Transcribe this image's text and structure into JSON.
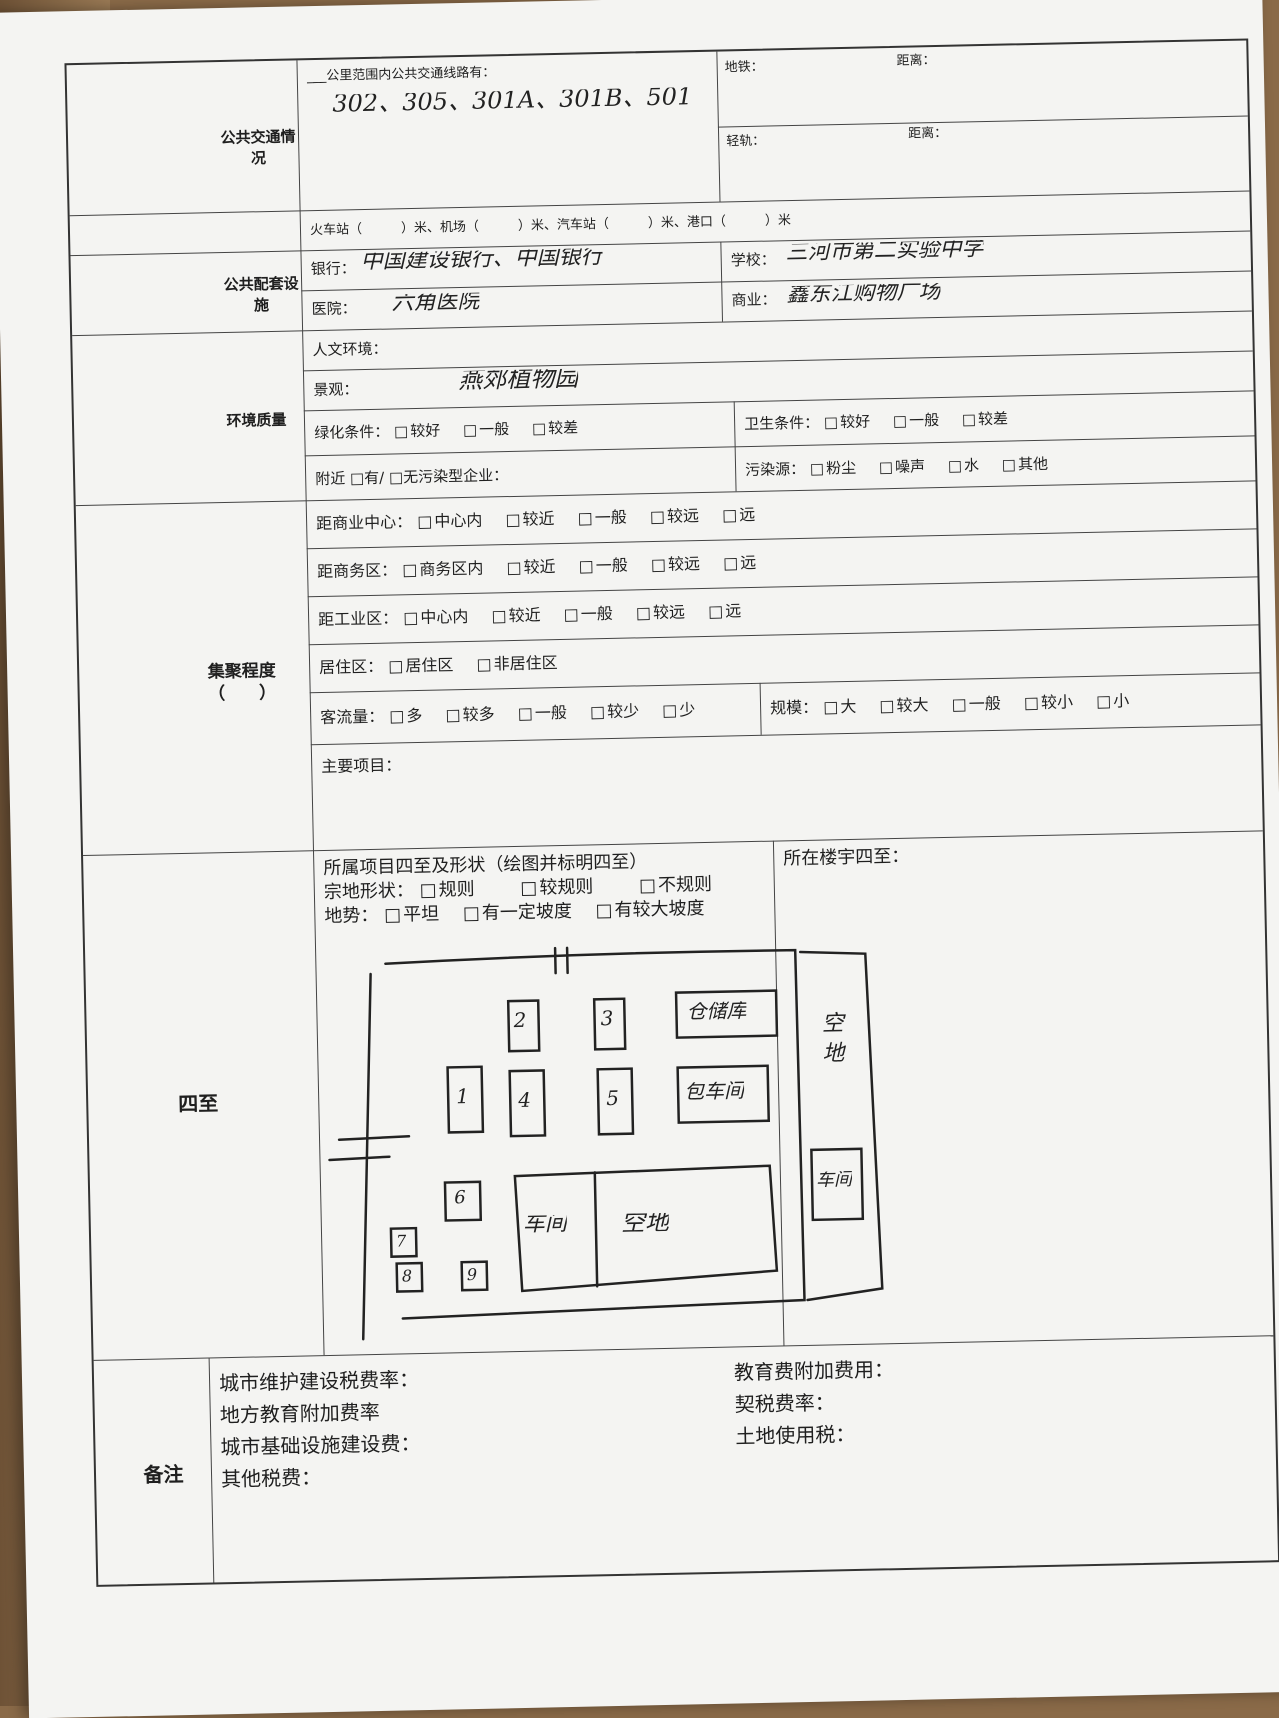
{
  "traffic": {
    "label": "公共交通情况",
    "routes_label": "___公里范围内公共交通线路有：",
    "routes_value": "302、305、301A、301B、501",
    "subway_label": "地铁：",
    "light_rail_label": "轻轨：",
    "distance_label": "距离：",
    "stations_text": "火车站（　　　）米、机场（　　　）米、汽车站（　　　）米、港口（　　　）米"
  },
  "facilities": {
    "label": "公共配套设施",
    "bank_label": "银行：",
    "bank_value": "中国建设银行、中国银行",
    "school_label": "学校：",
    "school_value": "三河市第二实验中学",
    "hospital_label": "医院：",
    "hospital_value": "六角医院",
    "commerce_label": "商业：",
    "commerce_value": "鑫东江购物广场"
  },
  "environment": {
    "label": "环境质量",
    "culture_label": "人文环境：",
    "landscape_label": "景观：",
    "landscape_value": "燕郊植物园",
    "greening_label": "绿化条件：",
    "greening_options": [
      "较好",
      "一般",
      "较差"
    ],
    "hygiene_label": "卫生条件：",
    "hygiene_options": [
      "较好",
      "一般",
      "较差"
    ],
    "nearby_text": "附近 □有/ □无污染型企业：",
    "pollution_label": "污染源：",
    "pollution_options": [
      "粉尘",
      "噪声",
      "水",
      "其他"
    ]
  },
  "agglomeration": {
    "label": "集聚程度",
    "label_sub": "（　　）",
    "commercial_label": "距商业中心：",
    "commercial_options": [
      "中心内",
      "较近",
      "一般",
      "较远",
      "远"
    ],
    "business_label": "距商务区：",
    "business_options": [
      "商务区内",
      "较近",
      "一般",
      "较远",
      "远"
    ],
    "industrial_label": "距工业区：",
    "industrial_options": [
      "中心内",
      "较近",
      "一般",
      "较远",
      "远"
    ],
    "residential_label": "居住区：",
    "residential_options": [
      "居住区",
      "非居住区"
    ],
    "traffic_flow_label": "客流量：",
    "traffic_flow_options": [
      "多",
      "较多",
      "一般",
      "较少",
      "少"
    ],
    "scale_label": "规模：",
    "scale_options": [
      "大",
      "较大",
      "一般",
      "较小",
      "小"
    ],
    "main_project_label": "主要项目："
  },
  "boundaries": {
    "label": "四至",
    "project_label": "所属项目四至及形状（绘图并标明四至）",
    "shape_label": "宗地形状：",
    "shape_options": [
      "规则",
      "较规则",
      "不规则"
    ],
    "terrain_label": "地势：",
    "terrain_options": [
      "平坦",
      "有一定坡度",
      "有较大坡度"
    ],
    "building_label": "所在楼宇四至：",
    "sketch": {
      "buildings": [
        "1",
        "2",
        "3",
        "4",
        "5",
        "6",
        "7",
        "8",
        "9"
      ],
      "warehouse": "仓储库",
      "workshop": "包车间",
      "car_workshop": "车间",
      "empty_land": "空地",
      "side_empty": "空地",
      "side_workshop": "车间"
    }
  },
  "remarks": {
    "label": "备注",
    "left": [
      "城市维护建设税费率：",
      "地方教育附加费率",
      "城市基础设施建设费：",
      "其他税费："
    ],
    "right": [
      "教育费附加费用：",
      "契税费率：",
      "土地使用税："
    ]
  }
}
